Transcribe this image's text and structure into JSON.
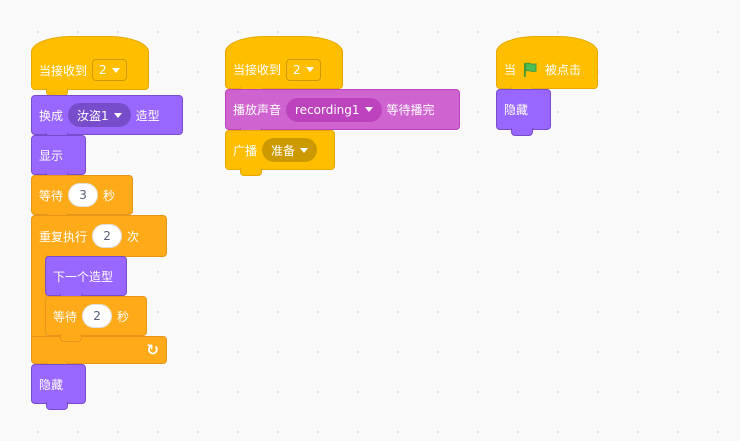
{
  "script1": {
    "hat": {
      "label": "当接收到",
      "value": "2"
    },
    "switch_costume": {
      "label": "换成",
      "value": "汝盗1",
      "suffix": "造型"
    },
    "show": {
      "label": "显示"
    },
    "wait1": {
      "label": "等待",
      "value": "3",
      "suffix": "秒"
    },
    "repeat": {
      "label": "重复执行",
      "value": "2",
      "suffix": "次"
    },
    "next_costume": {
      "label": "下一个造型"
    },
    "wait2": {
      "label": "等待",
      "value": "2",
      "suffix": "秒"
    },
    "loop_arrow": "↻",
    "hide": {
      "label": "隐藏"
    }
  },
  "script2": {
    "hat": {
      "label": "当接收到",
      "value": "2"
    },
    "play_sound": {
      "label": "播放声音",
      "value": "recording1",
      "suffix": "等待播完"
    },
    "broadcast": {
      "label": "广播",
      "value": "准备"
    }
  },
  "script3": {
    "hat": {
      "label": "当",
      "flag_icon": "green-flag-icon",
      "suffix": "被点击"
    },
    "hide": {
      "label": "隐藏"
    }
  },
  "colors": {
    "events": "#ffbf00",
    "looks": "#9966ff",
    "sound": "#cf63cf",
    "control": "#ffab19",
    "canvas": "#f9f9f9"
  }
}
